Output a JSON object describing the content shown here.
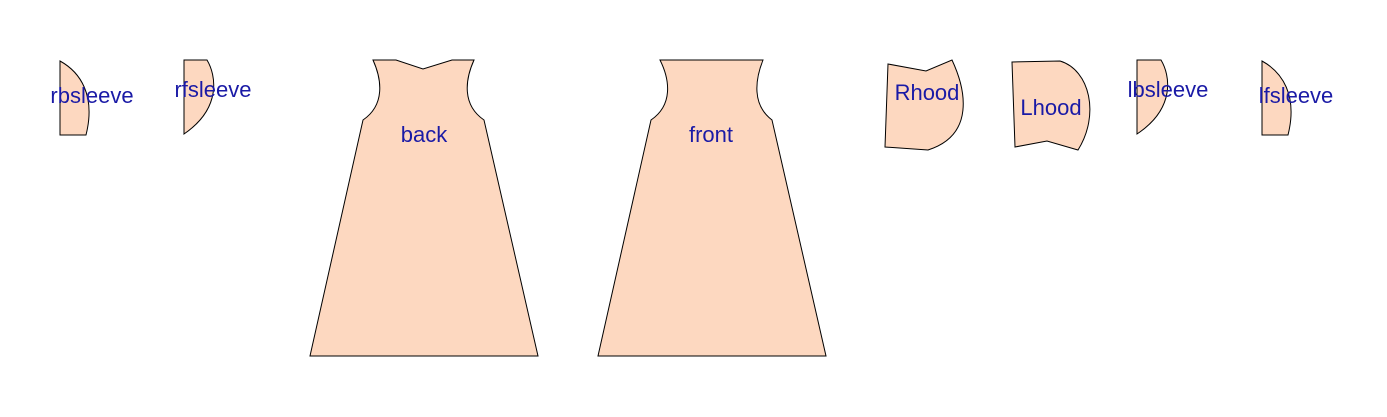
{
  "colors": {
    "piece_fill": "#fdd8c0",
    "piece_stroke": "#000000",
    "label_color": "#1a1aa6",
    "background": "#ffffff"
  },
  "pieces": [
    {
      "id": "rbsleeve",
      "label": "rbsleeve"
    },
    {
      "id": "rfsleeve",
      "label": "rfsleeve"
    },
    {
      "id": "back",
      "label": "back"
    },
    {
      "id": "front",
      "label": "front"
    },
    {
      "id": "rhood",
      "label": "Rhood"
    },
    {
      "id": "lhood",
      "label": "Lhood"
    },
    {
      "id": "lbsleeve",
      "label": "lbsleeve"
    },
    {
      "id": "lfsleeve",
      "label": "lfsleeve"
    }
  ]
}
